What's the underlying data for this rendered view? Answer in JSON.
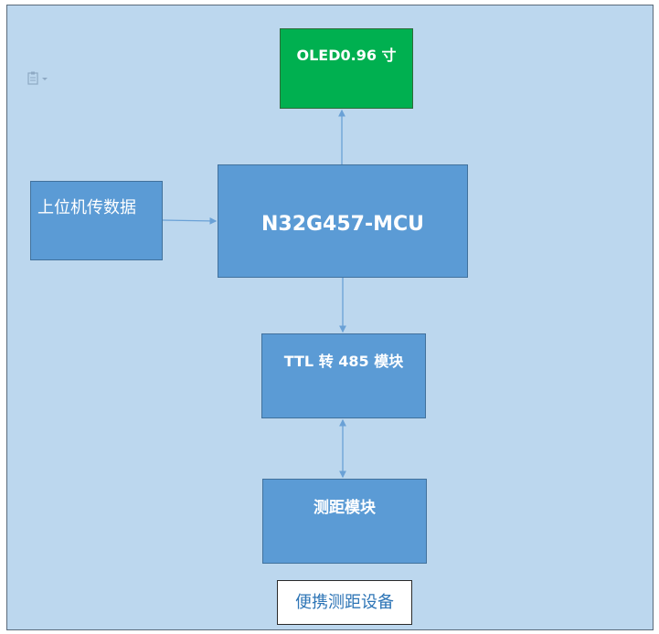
{
  "diagram": {
    "nodes": {
      "oled": "OLED0.96 寸",
      "mcu": "N32G457-MCU",
      "host": "上位机传数据",
      "ttl": "TTL 转 485 模块",
      "range": "测距模块"
    },
    "caption": "便携测距设备",
    "edges": [
      {
        "from": "mcu",
        "to": "oled",
        "style": "arrow"
      },
      {
        "from": "host",
        "to": "mcu",
        "style": "arrow"
      },
      {
        "from": "mcu",
        "to": "ttl",
        "style": "arrow"
      },
      {
        "from": "ttl",
        "to": "range",
        "style": "double-arrow"
      }
    ],
    "icons": [
      "paste-options-icon"
    ],
    "colors": {
      "background": "#bcd7ee",
      "box": "#5b9bd5",
      "box_border": "#41719c",
      "oled_box": "#00b050",
      "connector": "#6aa1d6",
      "caption_text": "#2e75b6"
    }
  }
}
